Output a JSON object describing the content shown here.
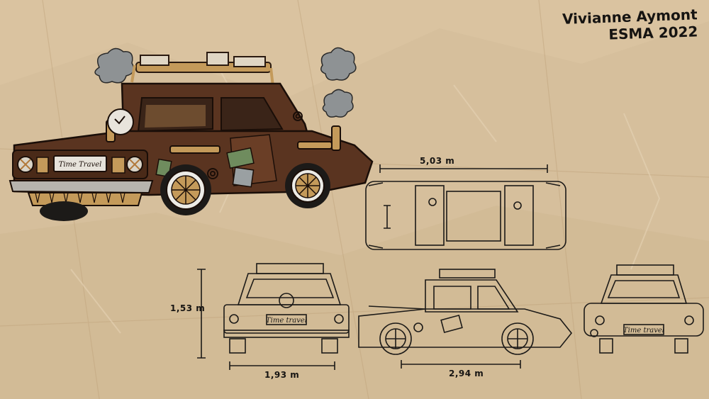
{
  "author": {
    "name": "Vivianne Aymont",
    "school_year": "ESMA 2022"
  },
  "plates": {
    "main": "Time Travel",
    "front": "Time travel",
    "rear": "Time travel"
  },
  "dimensions": {
    "length": "5,03 m",
    "height": "1,53 m",
    "width": "1,93 m",
    "wheelbase": "2,94 m"
  },
  "colors": {
    "paper": "#d8c2a0",
    "car_body": "#5a3420",
    "trim": "#c49a5a",
    "line": "#1c1a18"
  }
}
